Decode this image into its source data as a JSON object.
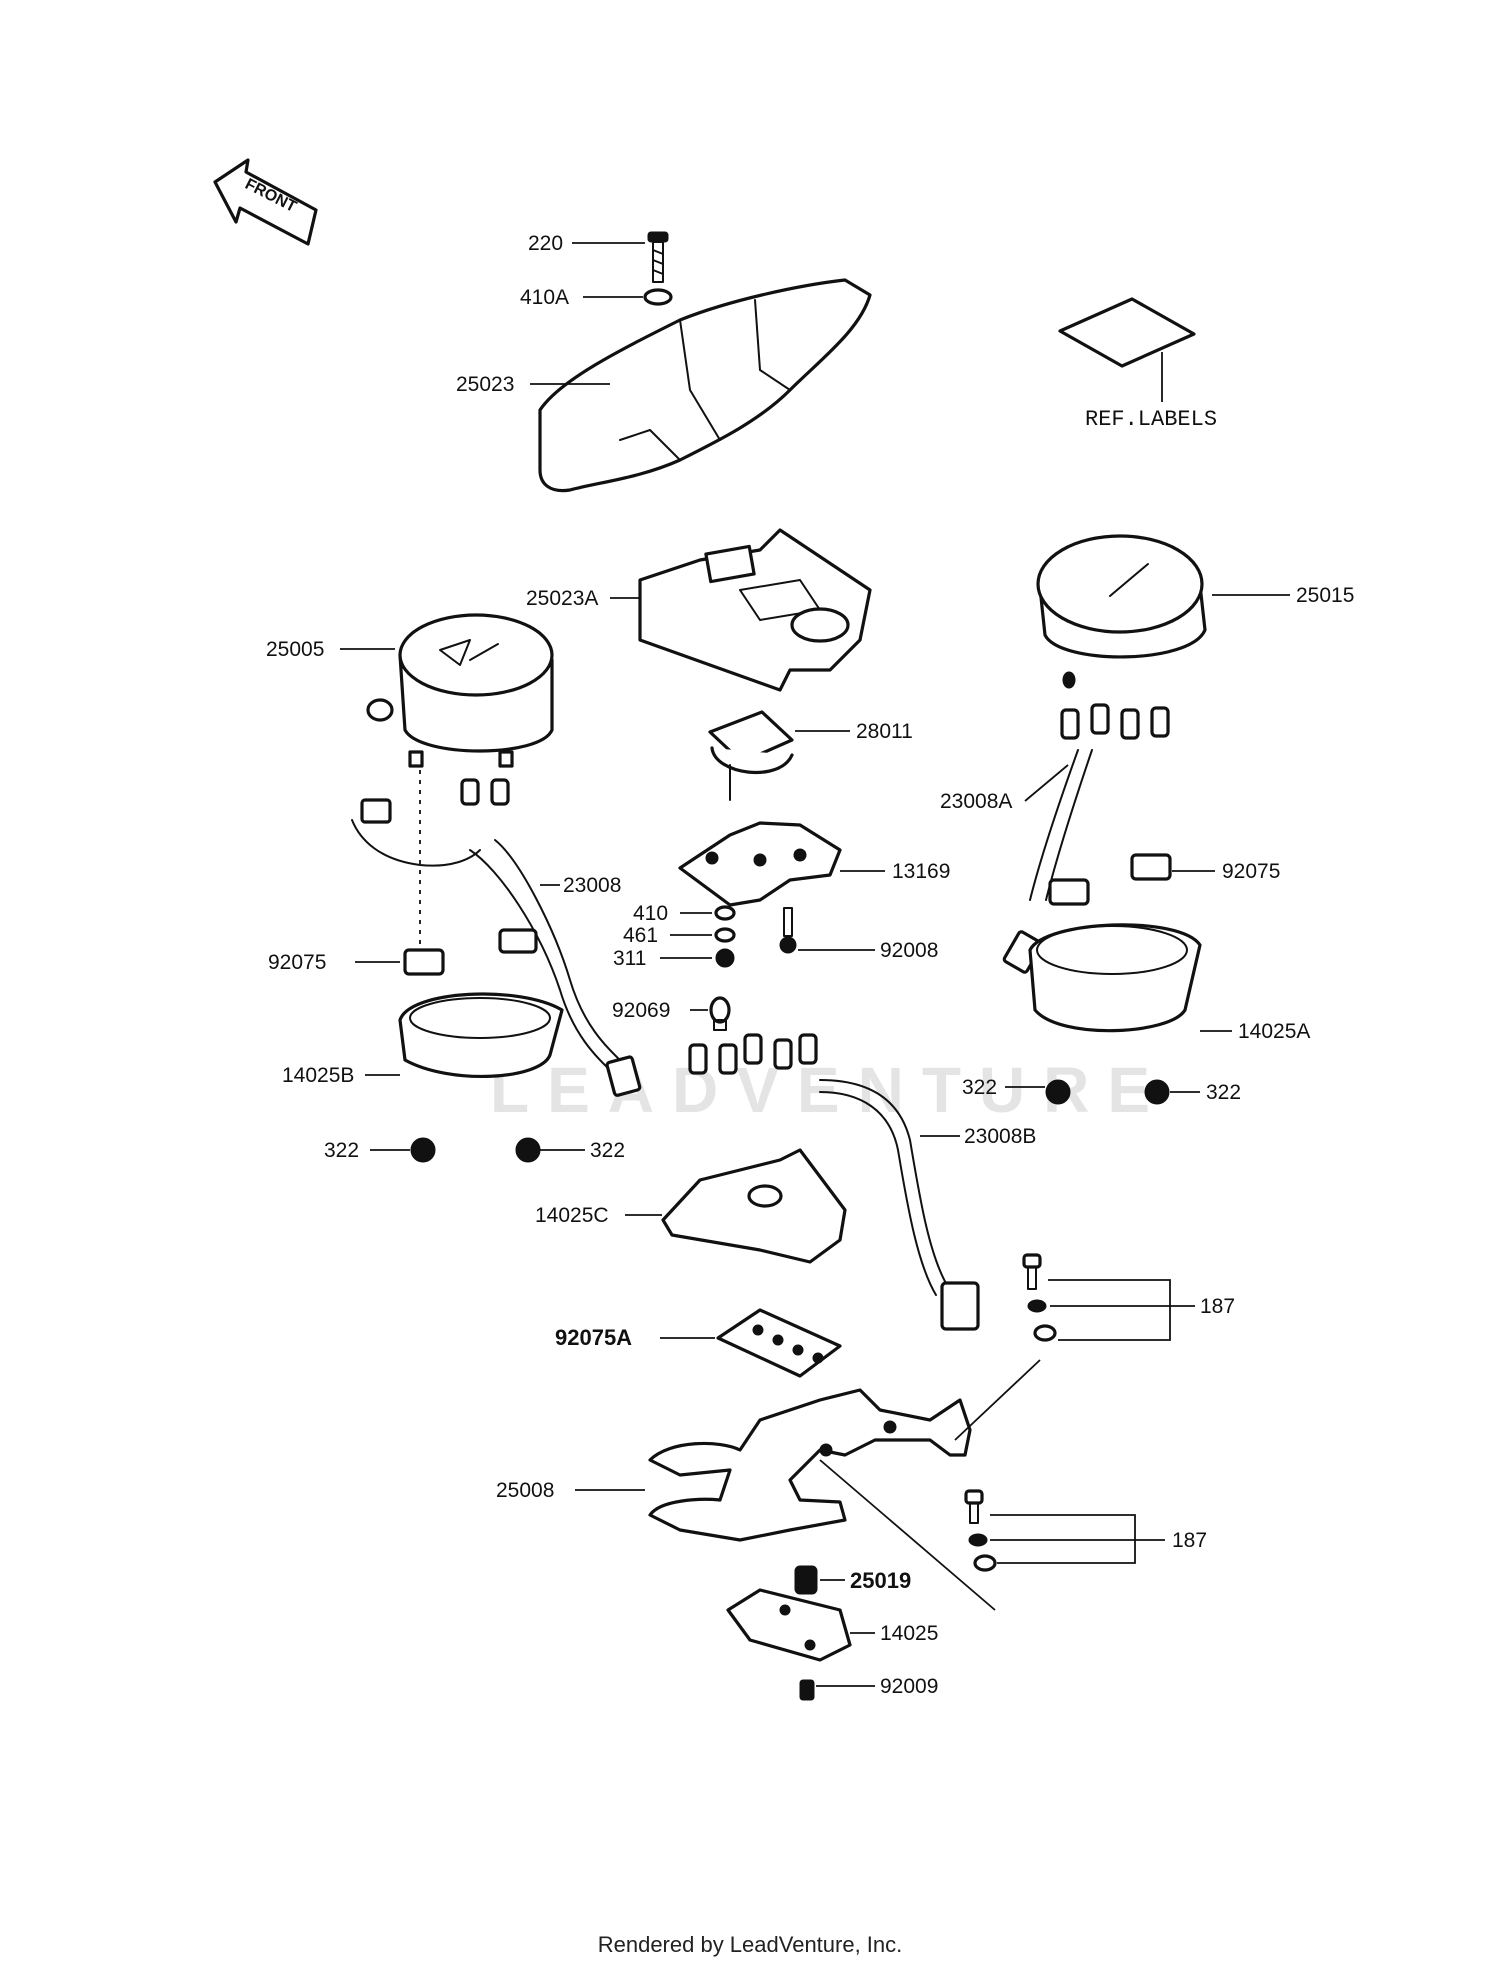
{
  "front_label": "FRONT",
  "ref_labels": "REF.LABELS",
  "watermark": "LEADVENTURE",
  "footer": "Rendered by LeadVenture, Inc.",
  "callouts": {
    "p220": "220",
    "p410A": "410A",
    "p25023": "25023",
    "p25023A": "25023A",
    "p25005": "25005",
    "p25015": "25015",
    "p28011": "28011",
    "p23008A": "23008A",
    "p13169": "13169",
    "p92075_right": "92075",
    "p23008": "23008",
    "p410": "410",
    "p461": "461",
    "p311": "311",
    "p92008": "92008",
    "p92075_left": "92075",
    "p92069": "92069",
    "p14025A": "14025A",
    "p14025B": "14025B",
    "p322_mid": "322",
    "p322_right": "322",
    "p322_left": "322",
    "p322_left2": "322",
    "p23008B": "23008B",
    "p14025C": "14025C",
    "p187_top": "187",
    "p92075A": "92075A",
    "p25008": "25008",
    "p187_bottom": "187",
    "p25019": "25019",
    "p14025": "14025",
    "p92009": "92009"
  }
}
